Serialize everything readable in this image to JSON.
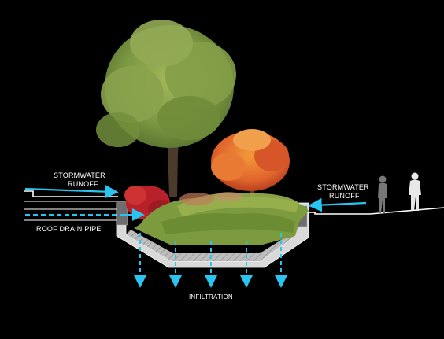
{
  "labels": {
    "stormwater_left_line1": "STORMWATER",
    "stormwater_left_line2": "RUNOFF",
    "roof_drain_pipe": "ROOF DRAIN PIPE",
    "stormwater_right_line1": "STORMWATER",
    "stormwater_right_line2": "RUNOFF",
    "infiltration": "INFILTRATION"
  },
  "colors": {
    "background": "#000000",
    "water_arrow": "#29c4ef",
    "soil": "#d9d9d9",
    "gravel_hatch": "#9a9a9a",
    "ground_line": "#ffffff",
    "grass": "#7c9a3e",
    "tree_canopy": "#7f9a45",
    "autumn_tree": "#e0652c",
    "red_shrub": "#b8202a"
  },
  "icons": [
    "person-silhouette-icon",
    "water-arrow-icon"
  ]
}
